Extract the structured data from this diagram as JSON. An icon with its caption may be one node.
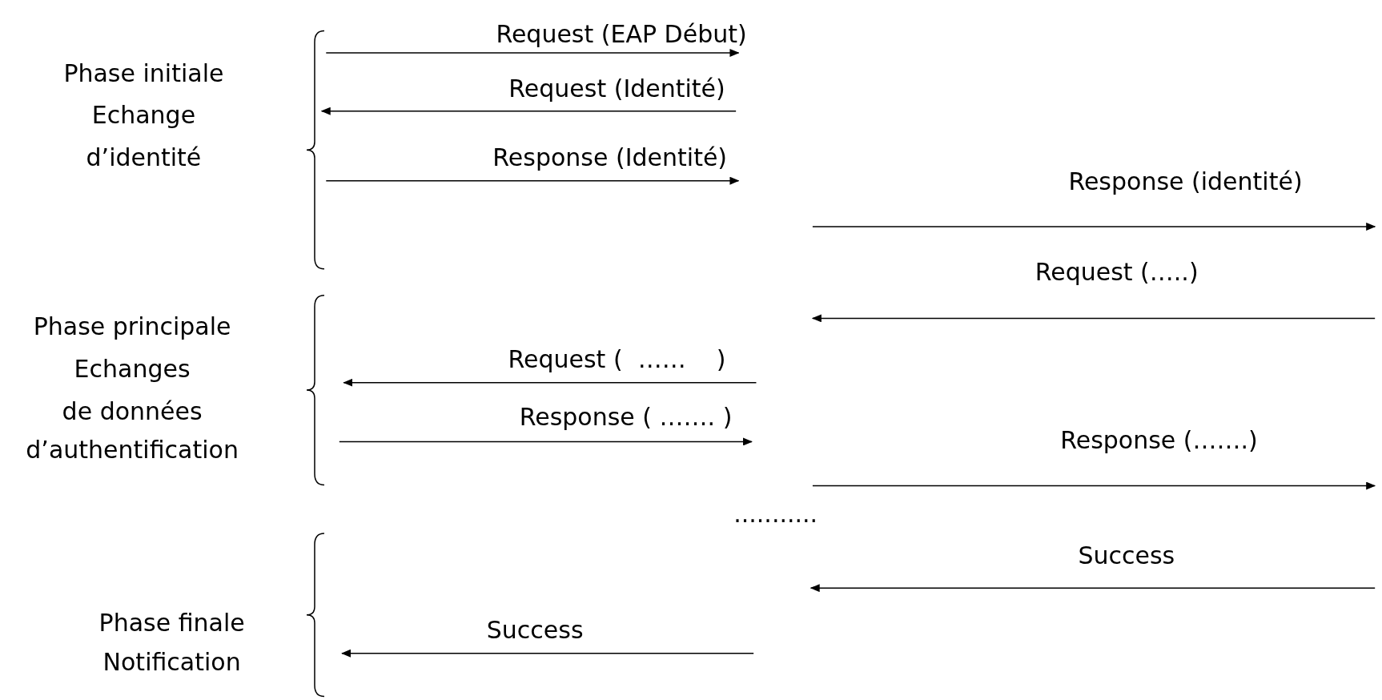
{
  "diagram": {
    "labels": [
      "Phase initiale",
      "Echange",
      "d’identité",
      "Phase principale",
      "Echanges",
      "de données",
      "d’authentification",
      "Phase finale",
      "Notification",
      "Request (EAP Début)",
      "Request (Identité)",
      "Response (Identité)",
      "Response (identité)",
      "Request (…..)",
      "Request (  ……    )",
      "Response ( ……. )",
      "Response (…….)",
      "...........",
      "Success",
      "Success"
    ]
  }
}
